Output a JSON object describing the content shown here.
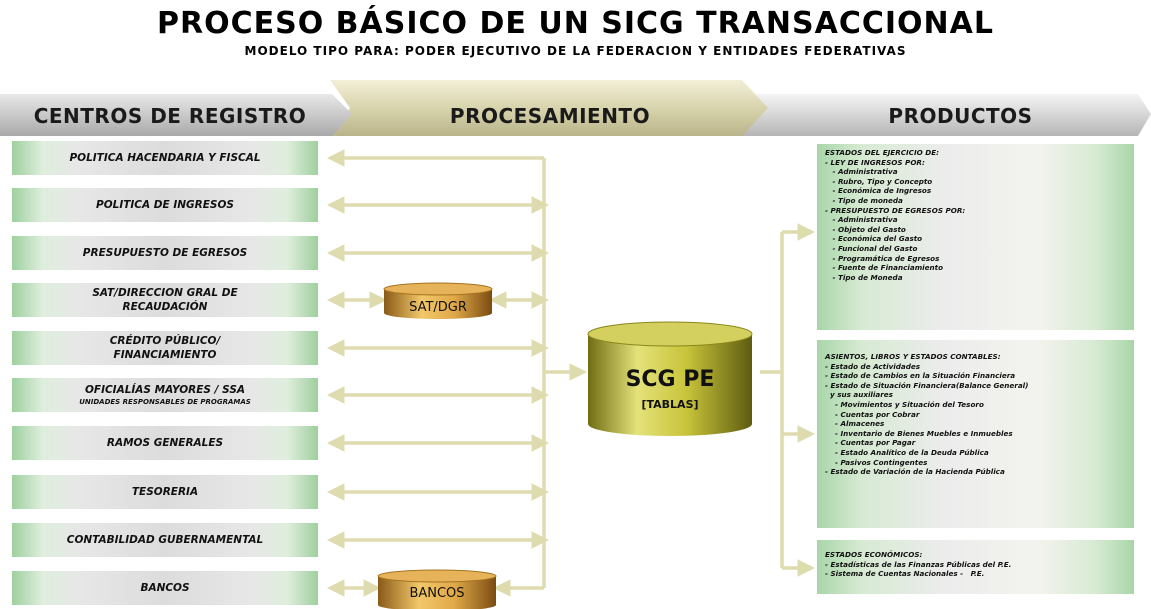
{
  "title": "PROCESO BÁSICO  DE UN SICG TRANSACCIONAL",
  "subtitle": "MODELO TIPO PARA: PODER EJECUTIVO DE LA FEDERACION Y ENTIDADES FEDERATIVAS",
  "header": {
    "centros": "CENTROS DE REGISTRO",
    "procesamiento": "PROCESAMIENTO",
    "productos": "PRODUCTOS"
  },
  "centros_registro": [
    {
      "label": "POLITICA HACENDARIA Y FISCAL"
    },
    {
      "label": "POLITICA DE  INGRESOS"
    },
    {
      "label": "PRESUPUESTO DE EGRESOS"
    },
    {
      "label": "SAT/DIRECCION GRAL DE\nRECAUDACIÓN"
    },
    {
      "label": "CRÉDITO PÚBLICO/\nFINANCIAMIENTO"
    },
    {
      "label": "OFICIALÍAS MAYORES / SSA",
      "sublabel": "UNIDADES RESPONSABLES DE PROGRAMAS"
    },
    {
      "label": "RAMOS GENERALES"
    },
    {
      "label": "TESORERIA"
    },
    {
      "label": "CONTABILIDAD GUBERNAMENTAL"
    },
    {
      "label": "BANCOS"
    }
  ],
  "cylinders": {
    "sat": "SAT/DGR",
    "bancos": "BANCOS",
    "main_title": "SCG  PE",
    "main_sub": "[TABLAS]"
  },
  "productos": {
    "estados_ejercicio": [
      "ESTADOS DEL EJERCICIO DE:",
      "- LEY DE INGRESOS POR:",
      "   - Administrativa",
      "   - Rubro, Tipo y Concepto",
      "   - Económica de Ingresos",
      "   - Tipo de moneda",
      "- PRESUPUESTO DE EGRESOS POR:",
      "   - Administrativa",
      "   - Objeto del Gasto",
      "   - Económica del Gasto",
      "   - Funcional del Gasto",
      "   - Programática de Egresos",
      "   - Fuente de Financiamiento",
      "   - Tipo de Moneda"
    ],
    "asientos_libros": [
      "ASIENTOS, LIBROS Y ESTADOS CONTABLES:",
      "- Estado de Actividades",
      "- Estado de Cambios en la Situación Financiera",
      "- Estado de Situación Financiera(Balance General)",
      "  y sus auxiliares",
      "    - Movimientos y Situación del Tesoro",
      "    - Cuentas por Cobrar",
      "    - Almacenes",
      "    - Inventario de Bienes Muebles e Inmuebles",
      "    - Cuentas por Pagar",
      "    - Estado Analítico de la Deuda Pública",
      "    - Pasivos Contingentes",
      "- Estado de Variación de la Hacienda Pública"
    ],
    "estados_economicos": [
      "ESTADOS ECONÓMICOS:",
      "- Estadísticas de las Finanzas Públicas del P.E.",
      "- Sistema de Cuentas Nacionales -   P.E."
    ]
  },
  "colors": {
    "box_green": "#9ed09e",
    "arrow": "#dedcae",
    "cylinder_gold": "#c8a040",
    "cylinder_green": "#b4b850"
  }
}
